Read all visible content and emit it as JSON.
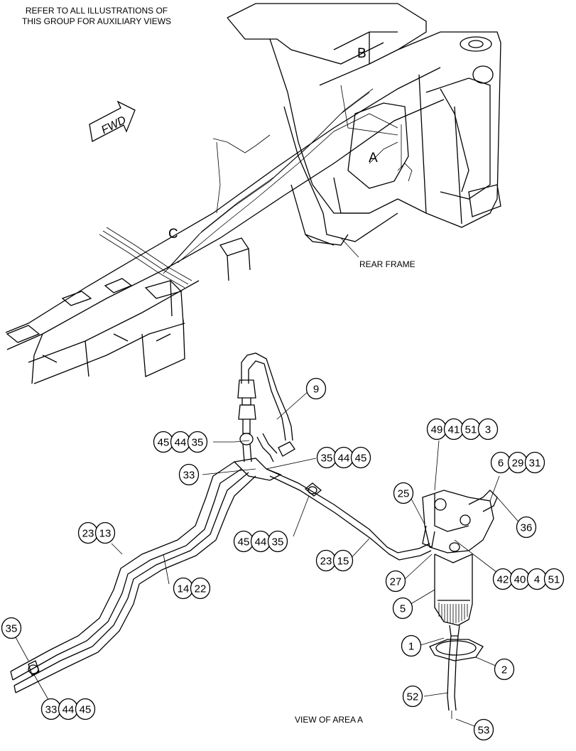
{
  "header_note": [
    "REFER TO ALL ILLUSTRATIONS OF",
    "THIS GROUP FOR AUXILIARY VIEWS"
  ],
  "direction_arrow": "FWD",
  "area_letters": {
    "a": "A",
    "b": "B",
    "c": "C"
  },
  "rear_frame_label": "REAR FRAME",
  "view_label": "VIEW OF AREA A",
  "callouts": [
    {
      "id": "c9",
      "numbers": [
        "9"
      ]
    },
    {
      "id": "c49-41-51-3",
      "numbers": [
        "49",
        "41",
        "51",
        "3"
      ]
    },
    {
      "id": "c45-44-35-top",
      "numbers": [
        "45",
        "44",
        "35"
      ]
    },
    {
      "id": "c35-44-45",
      "numbers": [
        "35",
        "44",
        "45"
      ]
    },
    {
      "id": "c6-29-31",
      "numbers": [
        "6",
        "29",
        "31"
      ]
    },
    {
      "id": "c33-top",
      "numbers": [
        "33"
      ]
    },
    {
      "id": "c25",
      "numbers": [
        "25"
      ]
    },
    {
      "id": "c36",
      "numbers": [
        "36"
      ]
    },
    {
      "id": "c23-13",
      "numbers": [
        "23",
        "13"
      ]
    },
    {
      "id": "c45-44-35-mid",
      "numbers": [
        "45",
        "44",
        "35"
      ]
    },
    {
      "id": "c23-15",
      "numbers": [
        "23",
        "15"
      ]
    },
    {
      "id": "c42-40-4-51",
      "numbers": [
        "42",
        "40",
        "4",
        "51"
      ]
    },
    {
      "id": "c27",
      "numbers": [
        "27"
      ]
    },
    {
      "id": "c14-22",
      "numbers": [
        "14",
        "22"
      ]
    },
    {
      "id": "c5",
      "numbers": [
        "5"
      ]
    },
    {
      "id": "c35-left",
      "numbers": [
        "35"
      ]
    },
    {
      "id": "c1",
      "numbers": [
        "1"
      ]
    },
    {
      "id": "c2",
      "numbers": [
        "2"
      ]
    },
    {
      "id": "c52",
      "numbers": [
        "52"
      ]
    },
    {
      "id": "c33-44-45",
      "numbers": [
        "33",
        "44",
        "45"
      ]
    },
    {
      "id": "c53",
      "numbers": [
        "53"
      ]
    }
  ]
}
